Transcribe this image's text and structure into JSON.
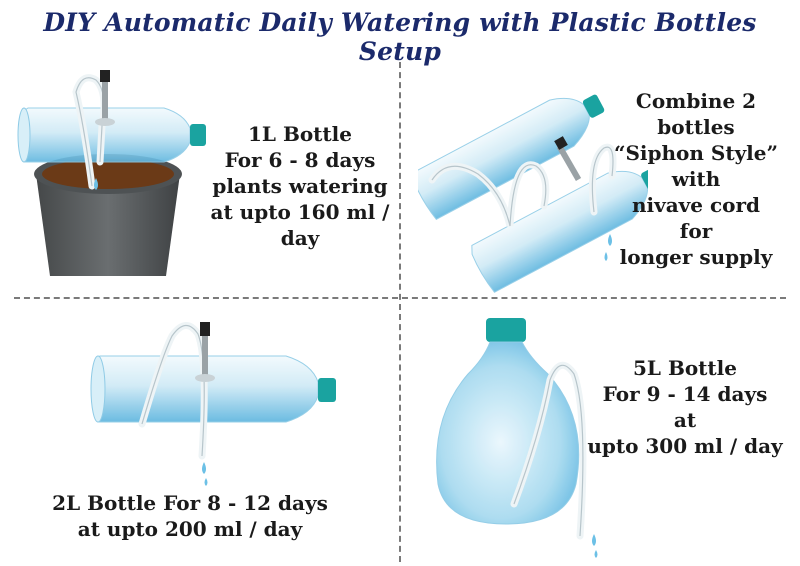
{
  "title": "DIY Automatic Daily Watering with Plastic Bottles Setup",
  "panels": [
    {
      "id": "1l",
      "lines": [
        "1L Bottle",
        "For 6 - 8 days",
        "plants watering",
        "at upto 160 ml /",
        "day"
      ]
    },
    {
      "id": "siphon",
      "lines": [
        "Combine 2 bottles",
        "“Siphon Style”",
        "with",
        "nivave cord",
        "for",
        "longer supply"
      ]
    },
    {
      "id": "2l",
      "lines": [
        "2L Bottle For 8 - 12 days",
        "at upto 200 ml / day"
      ]
    },
    {
      "id": "5l",
      "lines": [
        "5L Bottle",
        "For 9 - 14 days",
        "at",
        "upto 300 ml / day"
      ]
    }
  ],
  "colors": {
    "title": "#1b2a6b",
    "bottle_light": "#e8f6fc",
    "bottle_mid": "#7cc6e6",
    "cap": "#1aa3a0",
    "pot": "#5a5e61",
    "soil": "#6b3a17",
    "water": "#6cc0e6"
  }
}
